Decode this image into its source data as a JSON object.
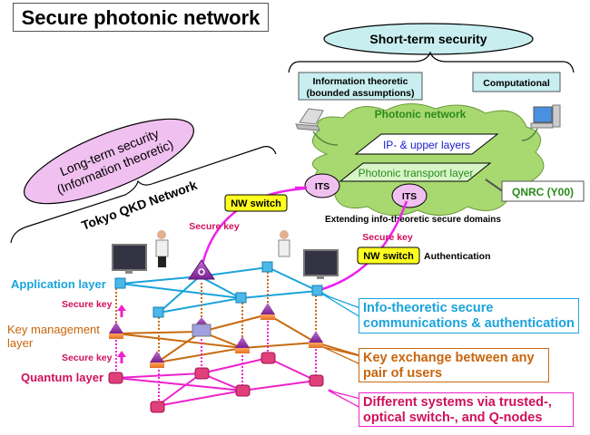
{
  "title": "Secure photonic network",
  "short_term": {
    "label": "Short-term security",
    "info_theoretic": [
      "Information theoretic",
      "(bounded assumptions)"
    ],
    "computational": "Computational"
  },
  "photonic_network": {
    "label": "Photonic network",
    "ip_layer": "IP- & upper layers",
    "transport_layer": "Photonic transport layer",
    "qnrc": "QNRC (Y00)",
    "its_1": "ITS",
    "its_2": "ITS",
    "extending": "Extending info-theoretic secure domains"
  },
  "long_term": {
    "lines": [
      "Long-term security",
      "(Information theoretic)"
    ],
    "network_label": "Tokyo QKD Network"
  },
  "switches": {
    "nw_switch_1": "NW switch",
    "nw_switch_2": "NW switch",
    "authentication": "Authentication",
    "secure_key_1": "Secure key",
    "secure_key_2": "Secure key"
  },
  "layers": {
    "application": "Application layer",
    "secure_key_upper": "Secure key",
    "key_management": [
      "Key management",
      "layer"
    ],
    "secure_key_lower": "Secure key",
    "quantum": "Quantum layer"
  },
  "callouts": {
    "blue": [
      "Info-theoretic secure",
      "communications & authentication"
    ],
    "orange": [
      "Key exchange between any",
      "pair of users"
    ],
    "pink": [
      "Different systems via trusted-,",
      "optical switch-, and Q-nodes"
    ]
  },
  "colors": {
    "application": "#1aa3dc",
    "key_management": "#c8650c",
    "quantum": "#ee22cc",
    "quantum_text": "#d0105a",
    "cloud": "#a8d870",
    "photonic_green": "#2a8a1a",
    "ip_blue": "#1a1ad0",
    "short_term_fill": "#c8eef0",
    "long_term_fill": "#f0c0f0",
    "switch_yellow": "#ffff20"
  }
}
